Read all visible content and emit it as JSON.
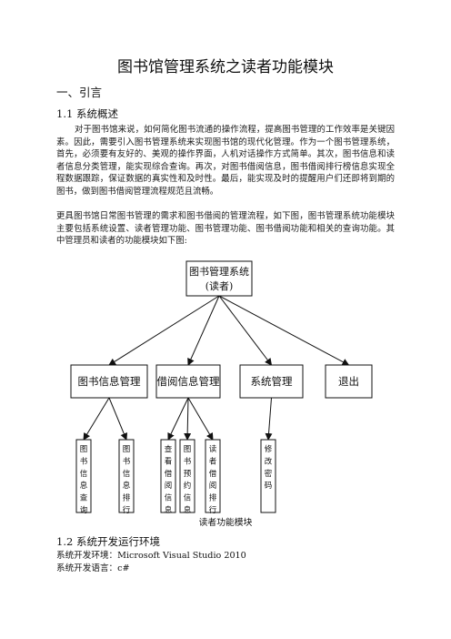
{
  "document": {
    "title": "图书馆管理系统之读者功能模块",
    "section1": "一、引言",
    "section1_1": "1.1 系统概述",
    "paragraph1": "对于图书馆来说，如何简化图书流通的操作流程，提高图书管理的工作效率是关键因素。因此，需要引入图书管理系统来实现图书馆的现代化管理。作为一个图书管理系统，首先，必须要有友好的、美观的操作界面，人机对话操作方式简单。其次，图书信息和读者信息分类管理，能实现综合查询。再次，对图书借阅信息，图书借阅排行榜信息实现全程数据跟踪，保证数据的真实性和及时性。最后，能实现及时的提醒用户们还即将到期的图书，做到图书借阅管理流程规范且流畅。",
    "paragraph2": "更具图书馆日常图书管理的需求和图书借阅的管理流程，如下图，图书管理系统功能模块主要包括系统设置、读者管理功能、图书管理功能、图书借阅功能和相关的查询功能。其中管理员和读者的功能模块如下图:",
    "caption": "读者功能模块",
    "section1_2": "1.2    系统开发运行环境",
    "env_tool": "系统开发环境：Microsoft Visual Studio 2010",
    "env_lang": "系统开发语言：c#"
  },
  "diagram": {
    "root": [
      "图书管理系统",
      "(读者)"
    ],
    "modules": [
      {
        "label": "图书信息管理",
        "children": [
          "图书信息查询",
          "图书信息排行"
        ]
      },
      {
        "label": "借阅信息管理",
        "children": [
          "查看借阅信息",
          "图书预约信息",
          "读者借阅排行"
        ]
      },
      {
        "label": "系统管理",
        "children": [
          "修改密码"
        ]
      },
      {
        "label": "退出",
        "children": []
      }
    ]
  }
}
